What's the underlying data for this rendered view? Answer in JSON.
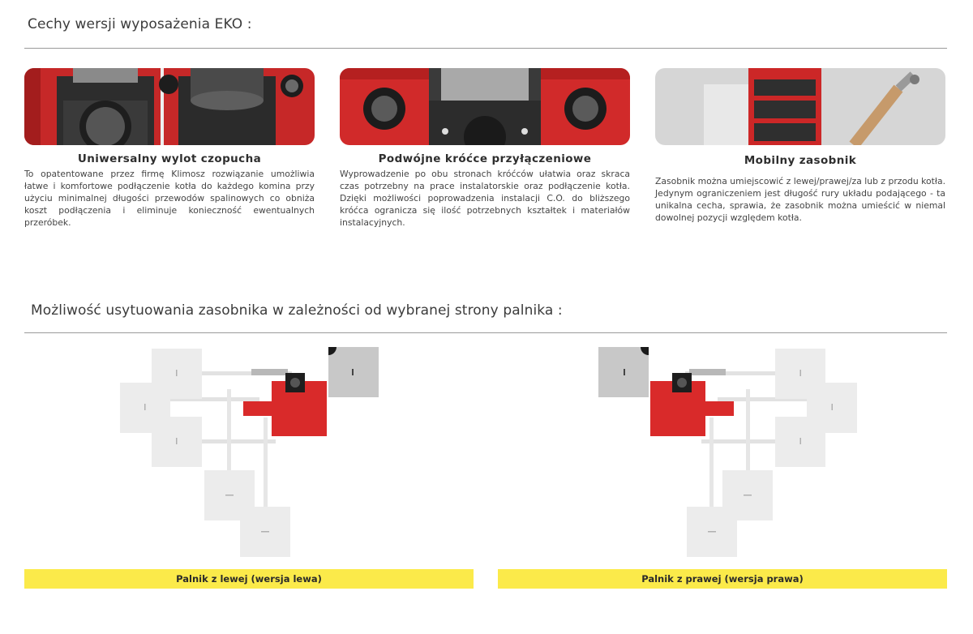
{
  "header": {
    "title": "Cechy wersji wyposażenia EKO :"
  },
  "features": [
    {
      "title": "Uniwersalny wylot czopucha",
      "description": "To opatentowane przez firmę Klimosz rozwiązanie umożliwia łatwe i komfortowe podłączenie kotła do każdego komina przy użyciu minimalnej długości przewodów spalinowych co obniża koszt podłączenia i eliminuje konieczność ewentualnych przeróbek."
    },
    {
      "title": "Podwójne króćce przyłączeniowe",
      "description": "Wyprowadzenie po obu stronach króćców ułatwia oraz skraca czas potrzebny na prace instalatorskie oraz podłączenie kotła. Dzięki możliwości poprowadzenia instalacji C.O. do bliższego króćca ogranicza się ilość potrzebnych kształtek i materiałów instalacyjnych."
    },
    {
      "title": "Mobilny zasobnik",
      "description": "Zasobnik można umiejscowić z lewej/prawej/za lub z przodu kotła. Jedynym ograniczeniem jest długość rury układu podającego - ta unikalna cecha, sprawia, że zasobnik można umieścić w niemal dowolnej pozycji względem kotła."
    }
  ],
  "section2": {
    "title": "Możliwość usytuowania zasobnika w zależności od wybranej strony palnika :"
  },
  "captions": {
    "left": "Palnik z lewej (wersja lewa)",
    "right": "Palnik z prawej (wersja prawa)"
  },
  "colors": {
    "boiler_red": "#d92a2a",
    "caption_yellow": "#fbea4a",
    "ghost_hopper": "#ececec",
    "active_hopper": "#c8c8c8"
  }
}
